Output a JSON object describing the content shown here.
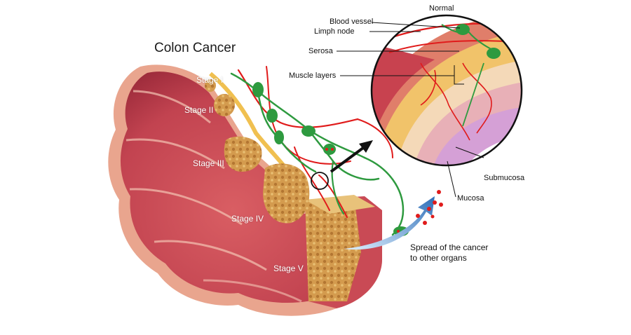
{
  "title": "Colon Cancer",
  "stages": [
    "Stage I",
    "Stage II",
    "Stage III",
    "Stage IV",
    "Stage V"
  ],
  "inset": {
    "title": "Normal",
    "labels": {
      "blood_vessel": "Blood vessel",
      "limph_node": "Limph node",
      "serosa": "Serosa",
      "muscle_layers": "Muscle layers",
      "submucosa": "Submucosa",
      "mucosa": "Mucosa"
    }
  },
  "spread": {
    "line1": "Spread of the cancer",
    "line2": "to other organs"
  },
  "colors": {
    "colon_outer": "#e8a089",
    "colon_body": "#c94a55",
    "colon_dark": "#a8303f",
    "tumor": "#d9a456",
    "vessel_red": "#e01b1b",
    "vessel_green": "#2e9a3f",
    "arrow_blue": "#4a86c8"
  }
}
